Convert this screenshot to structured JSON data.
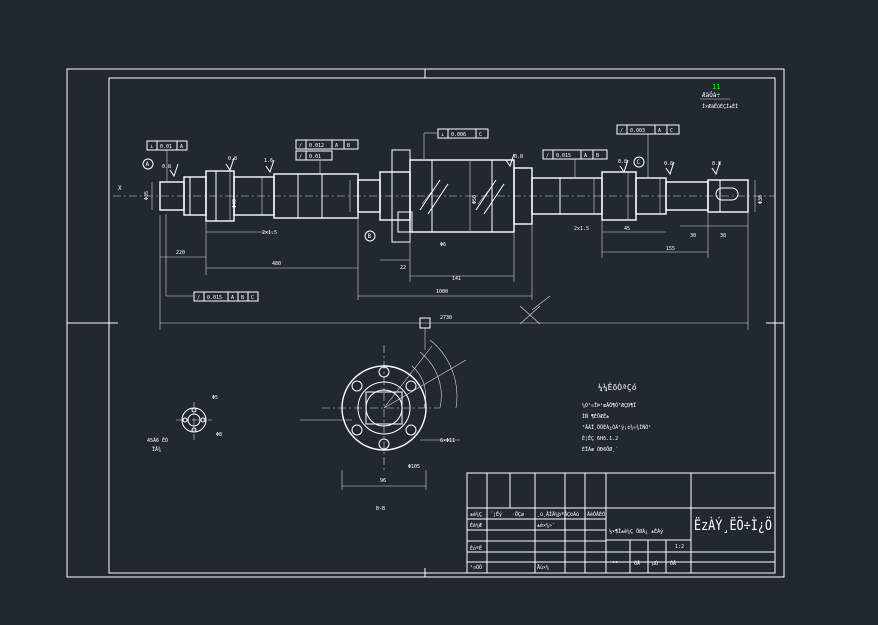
{
  "colors": {
    "background": "#212830",
    "line": "#ffffff",
    "accent_green": "#00ff00"
  },
  "drawing": {
    "top_note": {
      "number": "11",
      "line1": "ÆäÓà÷",
      "line2": "Í×ÆäËûÈÇÍ±ÈÍ"
    },
    "gdt_frames": [
      [
        "⊥",
        "0.01",
        "A"
      ],
      [
        "⊥",
        "0.006",
        "C"
      ],
      [
        "/",
        "0.012",
        "A",
        "B"
      ],
      [
        "/",
        "0.01"
      ],
      [
        "/",
        "0.015",
        "A",
        "B"
      ],
      [
        "/",
        "0.003",
        "A",
        "C"
      ],
      [
        "/",
        "0.015",
        "A",
        "B",
        "C"
      ]
    ],
    "dim_labels": {
      "d1": "220",
      "d2": "480",
      "d3": "2x1.5",
      "d4": "1000",
      "d5": "2730",
      "d6": "141",
      "d7": "22",
      "d8": "155",
      "d9": "30",
      "d10": "38",
      "d11": "45",
      "d12": "96",
      "d13": "Φ105",
      "d14": "Φ35",
      "d15": "Φ40",
      "d16": "Φ50",
      "d17": "Φ30",
      "d18": "6×Φ11",
      "d19": "2x1.5",
      "d20": "Φ6"
    },
    "roughness": [
      "0.8",
      "0.8",
      "1.6",
      "0.8",
      "0.8",
      "0.8",
      "0.8"
    ],
    "section_letter": "X",
    "datum_marks": [
      "A",
      "B",
      "C"
    ],
    "tech_requirements": {
      "title": "¼¼ÊõÒªÇó",
      "lines": [
        "¼Ó¹¤ÎÞ¹æÂÖ¶Ô³ÆÇÐ¶Ï",
        "ÍÑ    ¶ÈÖÆÊ±",
        "²ÄÁÏ¸ÖÖÊÁ¿ÓÃ¹ý¡¢¾«¾ÍÑÕ¹",
        "È¦ÊÇ 6H6.1.2",
        "ÉÏÃæ ÓÐ6ÖØ¸´"
      ]
    },
    "section_b_label": "B-B",
    "detail_labels": {
      "left_view_note": "45Ã6 ÊÓ",
      "left_view_sub": "ÏÂ¾",
      "detail_a": "Φ5",
      "detail_b": "Φ8"
    }
  },
  "title_block": {
    "title": "ËzÀÝ¸ËÖ÷Ì¿Ö",
    "scale": "1:2",
    "rows": [
      [
        "±ê¼Ç",
        "´¦Êý",
        "·ÖÇø",
        "¸ü¸ÄÎÄ¼þºÅ",
        "Ç©Ãû",
        "ÄêÔÂÈÕ"
      ],
      [
        "Éè¼Æ",
        "",
        "",
        "±ê×¼»¯",
        "",
        ""
      ],
      [
        "ÉóºË",
        "",
        "",
        "",
        "",
        ""
      ],
      [
        "¹¤ÒÕ",
        "",
        "",
        "Åú×¼",
        "",
        ""
      ]
    ],
    "stage_header": "½×¶Î±ê¼Ç ÖØÁ¿ ±ÈÀý",
    "sheet_row": [
      "¹²",
      "ÕÅ",
      "µÚ",
      "ÕÅ"
    ]
  }
}
